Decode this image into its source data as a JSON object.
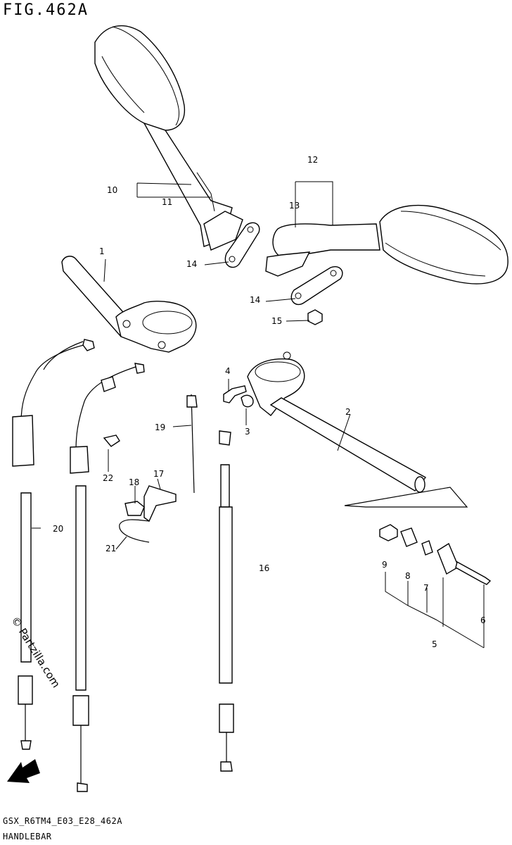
{
  "figure": {
    "title": "FIG.462A",
    "code": "GSX_R6TM4_E03_E28_462A",
    "name": "HANDLEBAR",
    "watermark": "© Partzilla.com"
  },
  "callouts": [
    {
      "id": "1",
      "label": "1"
    },
    {
      "id": "2",
      "label": "2"
    },
    {
      "id": "3",
      "label": "3"
    },
    {
      "id": "4",
      "label": "4"
    },
    {
      "id": "5",
      "label": "5"
    },
    {
      "id": "6",
      "label": "6"
    },
    {
      "id": "7",
      "label": "7"
    },
    {
      "id": "8",
      "label": "8"
    },
    {
      "id": "9",
      "label": "9"
    },
    {
      "id": "10",
      "label": "10"
    },
    {
      "id": "11",
      "label": "11"
    },
    {
      "id": "12",
      "label": "12"
    },
    {
      "id": "13",
      "label": "13"
    },
    {
      "id": "14a",
      "label": "14"
    },
    {
      "id": "14b",
      "label": "14"
    },
    {
      "id": "15",
      "label": "15"
    },
    {
      "id": "16",
      "label": "16"
    },
    {
      "id": "17",
      "label": "17"
    },
    {
      "id": "18",
      "label": "18"
    },
    {
      "id": "19",
      "label": "19"
    },
    {
      "id": "20",
      "label": "20"
    },
    {
      "id": "21",
      "label": "21"
    },
    {
      "id": "22",
      "label": "22"
    }
  ],
  "icons": {
    "direction": "fwd-arrow-icon"
  }
}
